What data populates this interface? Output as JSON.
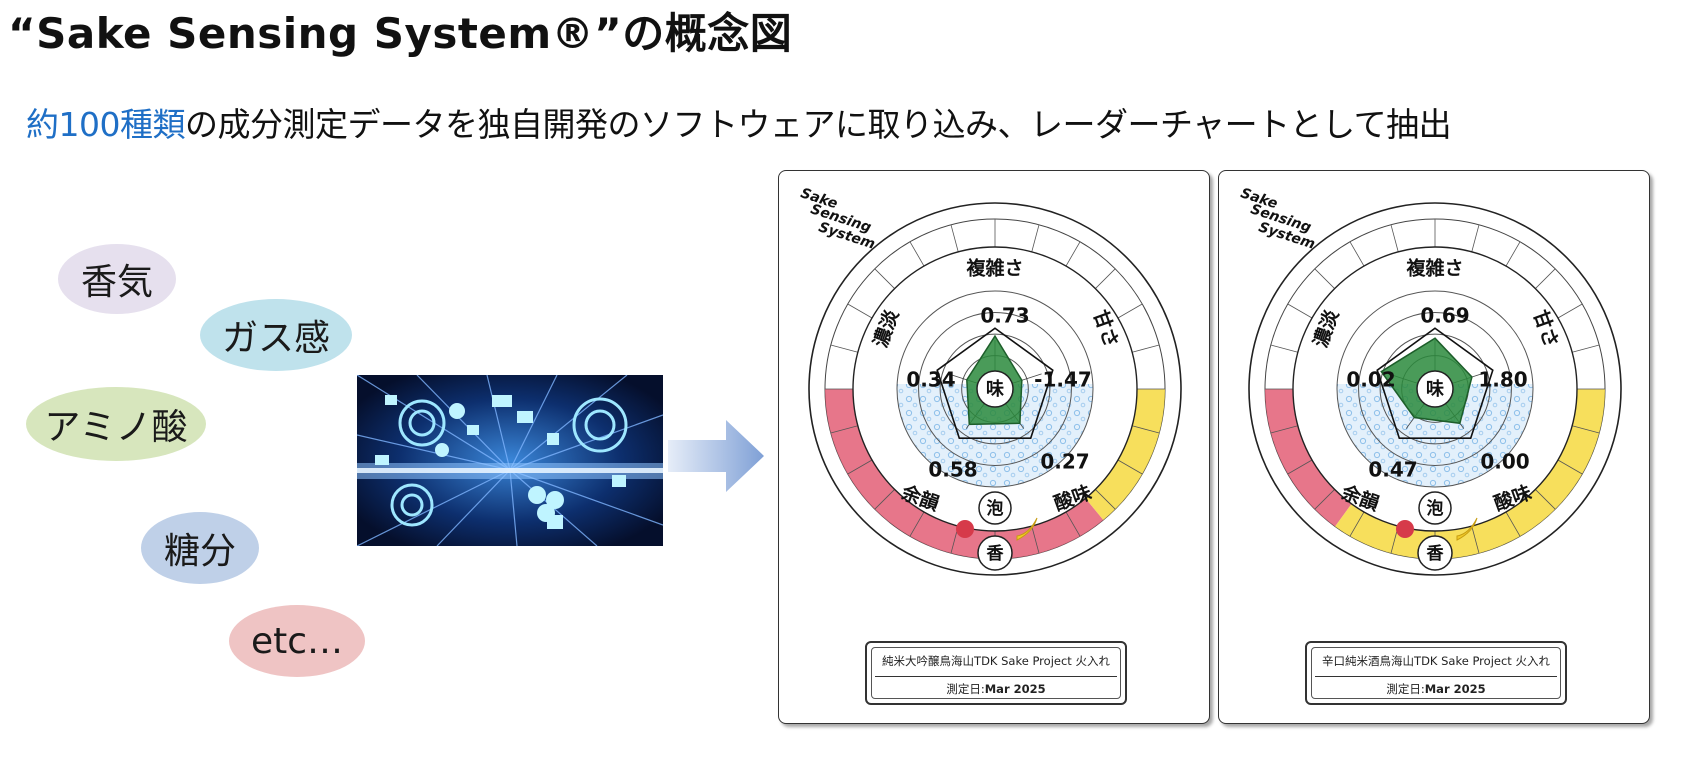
{
  "title": "“Sake Sensing System®”の概念図",
  "subtitle": {
    "highlight": "約100種類",
    "rest": "の成分測定データを独自開発のソフトウェアに取り込み、レーダーチャートとして抽出"
  },
  "bubbles": [
    {
      "label": "香気",
      "color": "#e6e0ee"
    },
    {
      "label": "ガス感",
      "color": "#bfe2ec"
    },
    {
      "label": "アミノ酸",
      "color": "#d7e6bd"
    },
    {
      "label": "糖分",
      "color": "#bfd0e8"
    },
    {
      "label": "etc…",
      "color": "#efc4c4"
    }
  ],
  "logo_text": [
    "Sake",
    "Sensing",
    "System"
  ],
  "axis_labels": {
    "top": "複雑さ",
    "left": "濃淡",
    "right": "甘さ",
    "bottom_left": "余韻",
    "bottom_right": "酸味"
  },
  "center_labels": {
    "taste": "味",
    "foam": "泡",
    "aroma": "香"
  },
  "colors": {
    "radar_fill": "#2a8a3c",
    "aroma_red": "#e4637a",
    "aroma_yellow": "#f6db4a",
    "subtitle_accent": "#1f6fc6"
  },
  "charts": [
    {
      "values": {
        "top": "0.73",
        "left": "0.34",
        "right": "-1.47",
        "bottom_left": "0.58",
        "bottom_right": "0.27"
      },
      "radar": [
        0.75,
        0.4,
        0.6,
        0.62,
        0.42
      ],
      "aroma": {
        "red": 0.72,
        "yellow": 0.28
      },
      "product_name": "純米大吟醸鳥海山TDK Sake Project 火入れ",
      "date_label": "測定日:",
      "date_value": "Mar 2025"
    },
    {
      "values": {
        "top": "0.69",
        "left": "0.02",
        "right": "1.80",
        "bottom_left": "0.47",
        "bottom_right": "0.00"
      },
      "radar": [
        0.72,
        0.55,
        0.6,
        0.5,
        0.8
      ],
      "aroma": {
        "red": 0.3,
        "yellow": 0.7
      },
      "product_name": "辛口純米酒鳥海山TDK Sake Project 火入れ",
      "date_label": "測定日:",
      "date_value": "Mar 2025"
    }
  ]
}
